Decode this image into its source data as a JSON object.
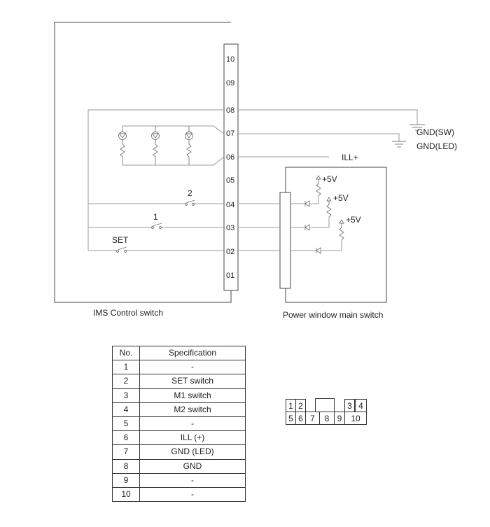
{
  "diagram": {
    "ims_label": "IMS Control switch",
    "pw_label": "Power window main switch",
    "pins": [
      "10",
      "09",
      "08",
      "07",
      "06",
      "05",
      "04",
      "03",
      "02",
      "01"
    ],
    "gnd_sw": "GND(SW)",
    "gnd_led": "GND(LED)",
    "ill": "ILL+",
    "v1": "+5V",
    "v2": "+5V",
    "v3": "+5V",
    "sw2": "2",
    "sw1": "1",
    "sw_set": "SET"
  },
  "table": {
    "headers": [
      "No.",
      "Specification"
    ],
    "rows": [
      [
        "1",
        "-"
      ],
      [
        "2",
        "SET switch"
      ],
      [
        "3",
        "M1 switch"
      ],
      [
        "4",
        "M2 switch"
      ],
      [
        "5",
        "-"
      ],
      [
        "6",
        "ILL (+)"
      ],
      [
        "7",
        "GND (LED)"
      ],
      [
        "8",
        "GND"
      ],
      [
        "9",
        "-"
      ],
      [
        "10",
        "-"
      ]
    ]
  },
  "connector": {
    "top": [
      "1",
      "2",
      "3",
      "4"
    ],
    "bottom": [
      "5",
      "6",
      "7",
      "8",
      "9",
      "10"
    ]
  }
}
